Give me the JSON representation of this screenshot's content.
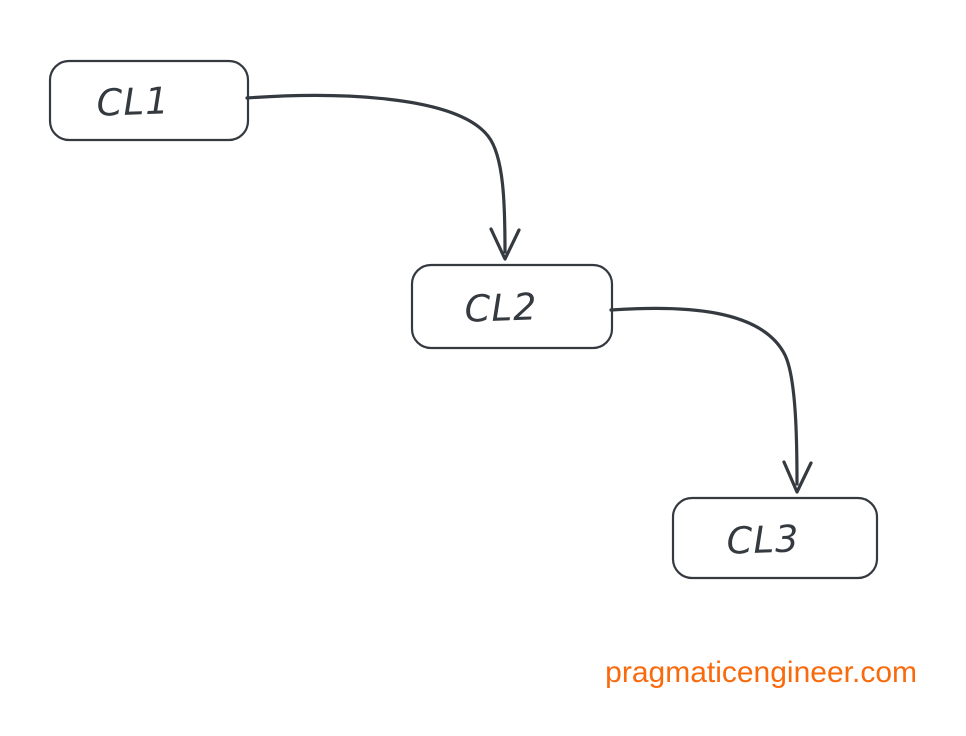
{
  "diagram": {
    "background_color": "#ffffff",
    "stroke_color": "#343a40",
    "nodes": [
      {
        "id": "cl1",
        "label": "CL1"
      },
      {
        "id": "cl2",
        "label": "CL2"
      },
      {
        "id": "cl3",
        "label": "CL3"
      }
    ],
    "edges": [
      {
        "from": "cl1",
        "to": "cl2"
      },
      {
        "from": "cl2",
        "to": "cl3"
      }
    ],
    "watermark": {
      "text": "pragmaticengineer.com",
      "color": "#f96a0d"
    }
  }
}
